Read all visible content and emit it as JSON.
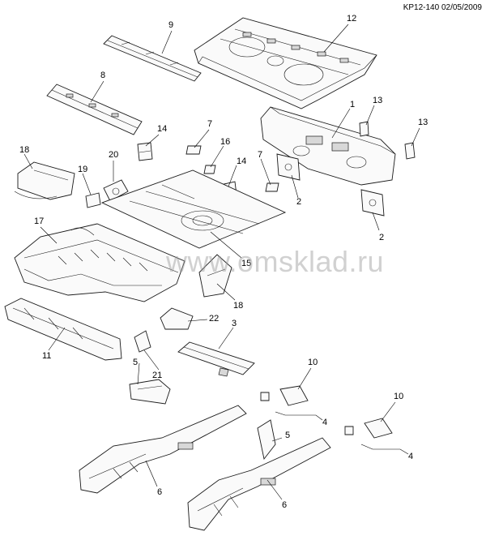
{
  "drawing_code": "KP12-140 02/05/2009",
  "watermark": "www.omsklad.ru",
  "callouts": [
    {
      "id": "c9",
      "text": "9"
    },
    {
      "id": "c12",
      "text": "12"
    },
    {
      "id": "c8",
      "text": "8"
    },
    {
      "id": "c1",
      "text": "1"
    },
    {
      "id": "c13a",
      "text": "13"
    },
    {
      "id": "c13b",
      "text": "13"
    },
    {
      "id": "c7a",
      "text": "7"
    },
    {
      "id": "c14a",
      "text": "14"
    },
    {
      "id": "c16",
      "text": "16"
    },
    {
      "id": "c18a",
      "text": "18"
    },
    {
      "id": "c20",
      "text": "20"
    },
    {
      "id": "c19",
      "text": "19"
    },
    {
      "id": "c7b",
      "text": "7"
    },
    {
      "id": "c14b",
      "text": "14"
    },
    {
      "id": "c2a",
      "text": "2"
    },
    {
      "id": "c2b",
      "text": "2"
    },
    {
      "id": "c17",
      "text": "17"
    },
    {
      "id": "c15",
      "text": "15"
    },
    {
      "id": "c18b",
      "text": "18"
    },
    {
      "id": "c22",
      "text": "22"
    },
    {
      "id": "c3",
      "text": "3"
    },
    {
      "id": "c11",
      "text": "11"
    },
    {
      "id": "c10a",
      "text": "10"
    },
    {
      "id": "c5a",
      "text": "5"
    },
    {
      "id": "c21",
      "text": "21"
    },
    {
      "id": "c4a",
      "text": "4"
    },
    {
      "id": "c10b",
      "text": "10"
    },
    {
      "id": "c5b",
      "text": "5"
    },
    {
      "id": "c4b",
      "text": "4"
    },
    {
      "id": "c6a",
      "text": "6"
    },
    {
      "id": "c6b",
      "text": "6"
    }
  ]
}
